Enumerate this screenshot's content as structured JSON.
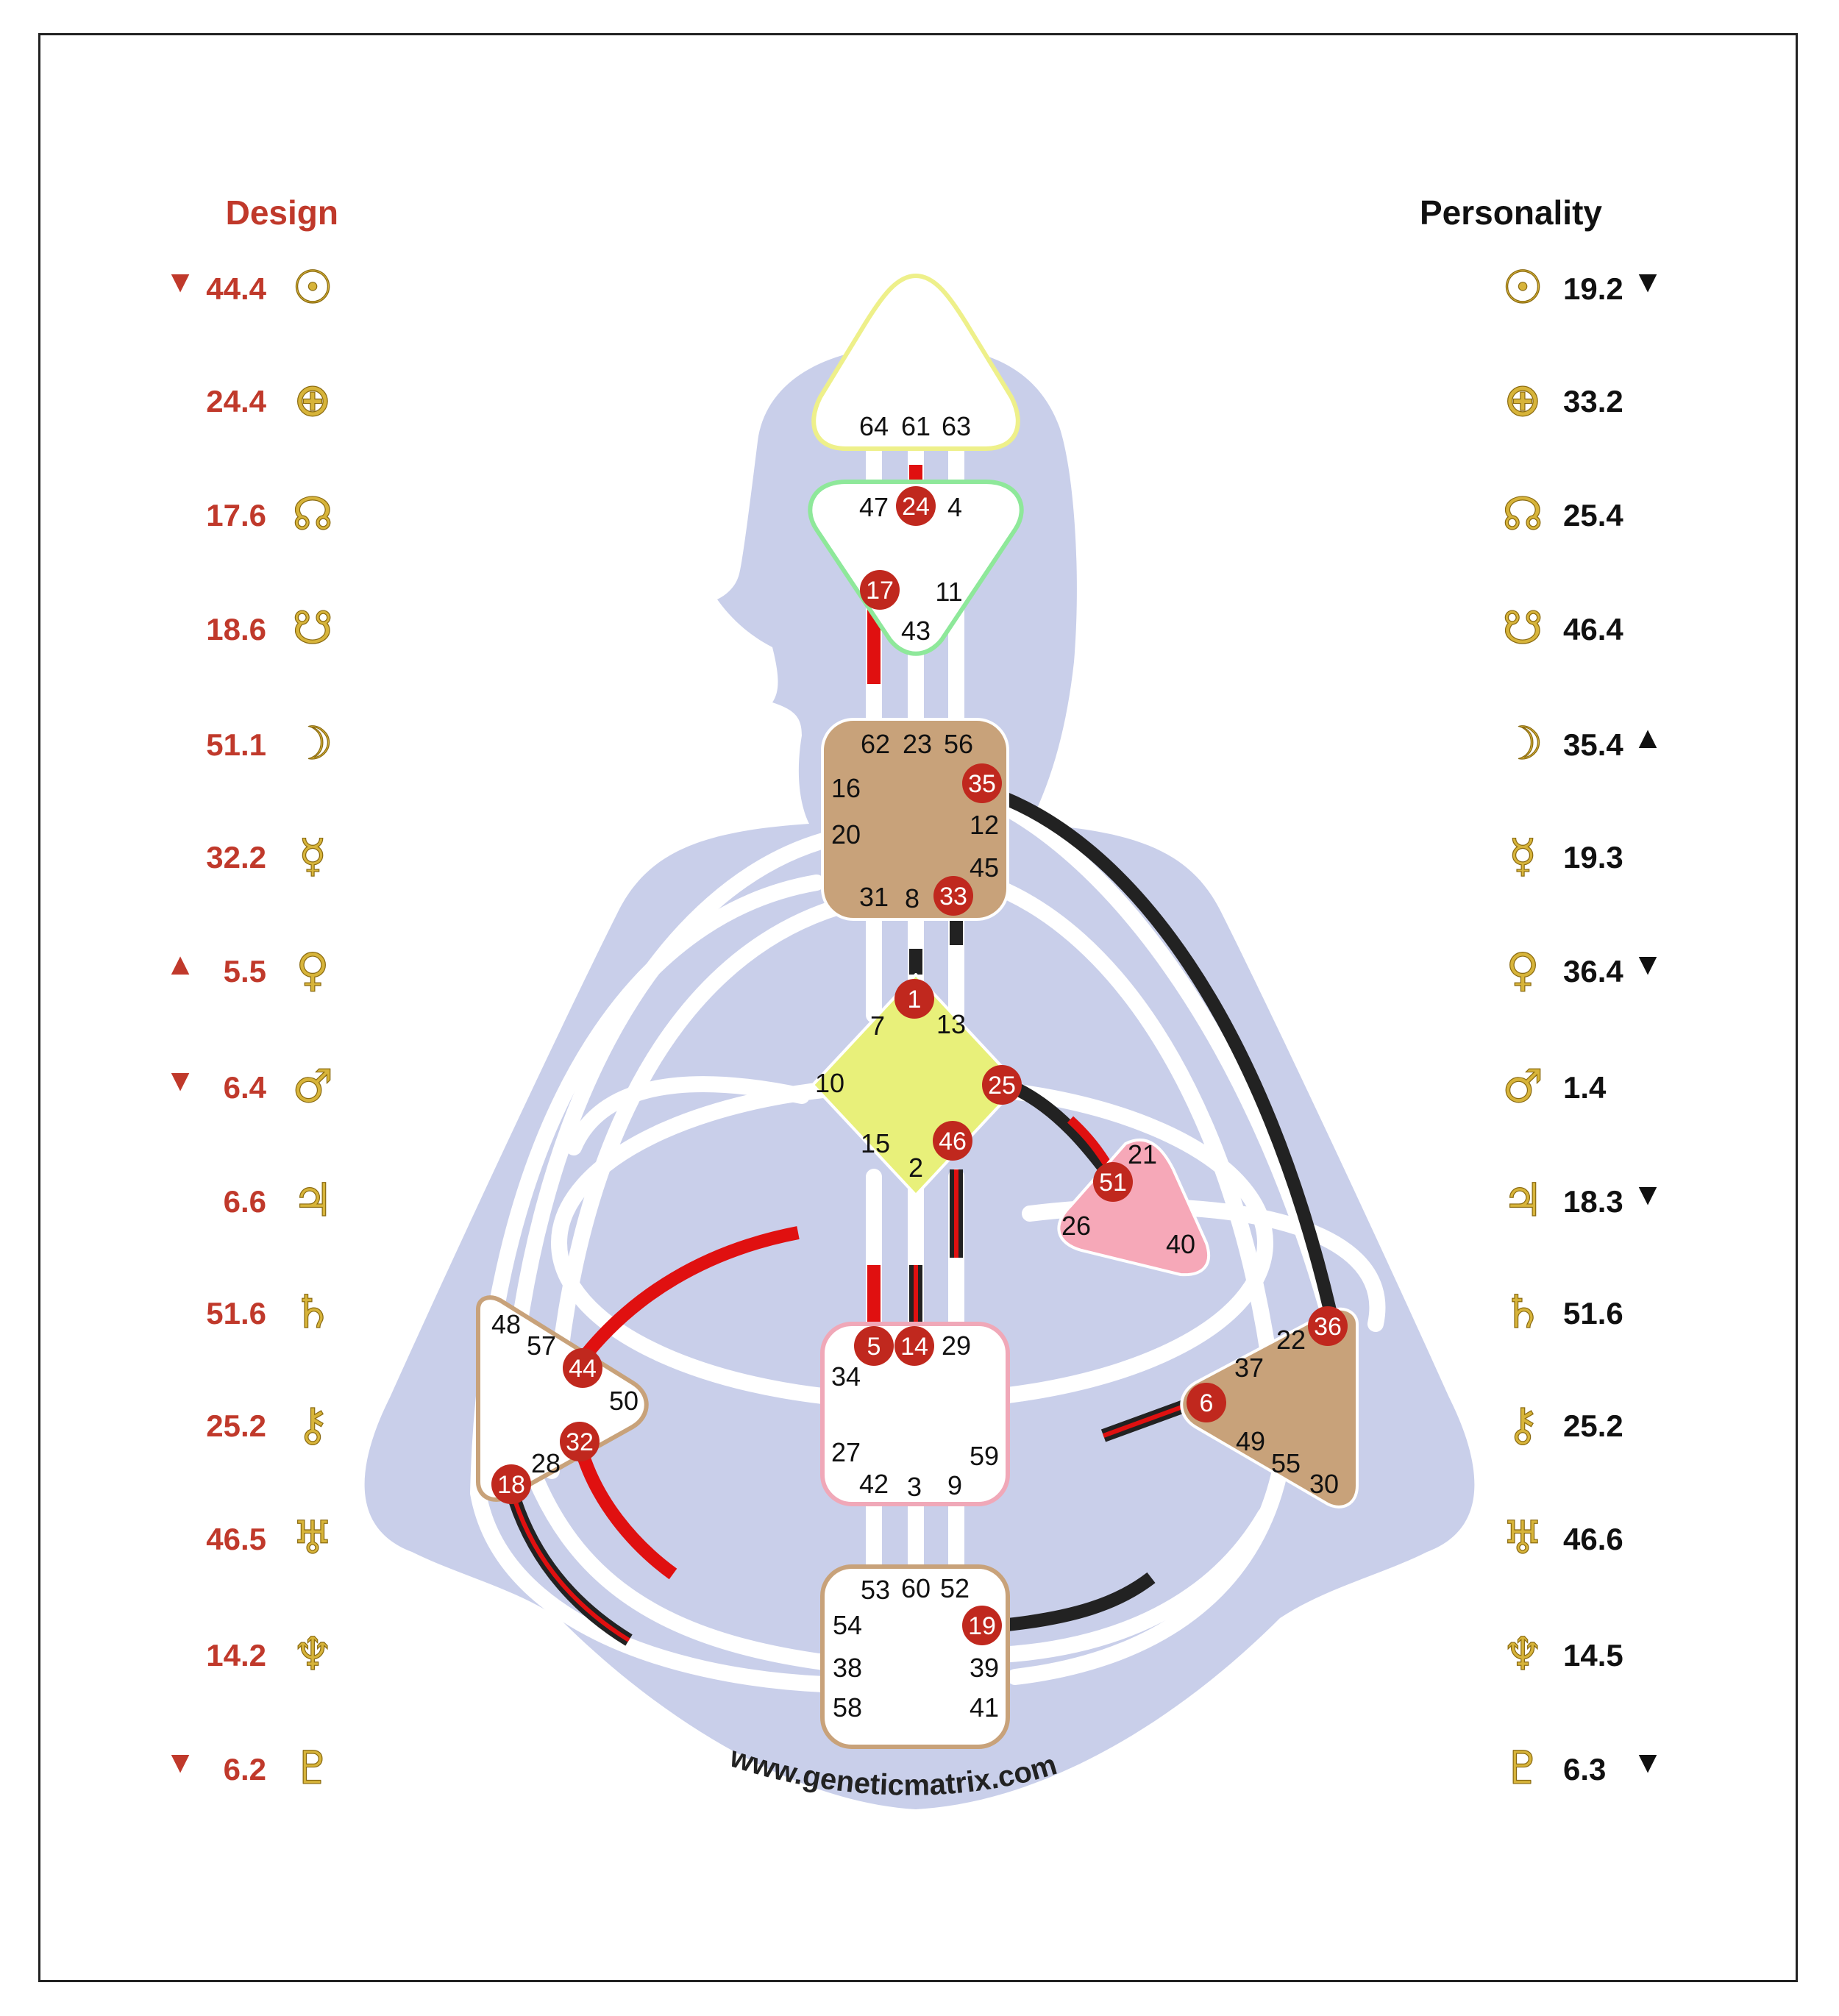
{
  "design": {
    "title": "Design",
    "color": "#c0392b",
    "rows": [
      {
        "icon": "sun-icon",
        "glyph": "☉",
        "value": "44.4",
        "arrow": "▼"
      },
      {
        "icon": "earth-icon",
        "glyph": "⊕",
        "value": "24.4",
        "arrow": ""
      },
      {
        "icon": "north-node-icon",
        "glyph": "☊",
        "value": "17.6",
        "arrow": ""
      },
      {
        "icon": "south-node-icon",
        "glyph": "☋",
        "value": "18.6",
        "arrow": ""
      },
      {
        "icon": "moon-icon",
        "glyph": "☽",
        "value": "51.1",
        "arrow": ""
      },
      {
        "icon": "mercury-icon",
        "glyph": "☿",
        "value": "32.2",
        "arrow": ""
      },
      {
        "icon": "venus-icon",
        "glyph": "♀",
        "value": "5.5",
        "arrow": "▲"
      },
      {
        "icon": "mars-icon",
        "glyph": "♂",
        "value": "6.4",
        "arrow": "▼"
      },
      {
        "icon": "jupiter-icon",
        "glyph": "♃",
        "value": "6.6",
        "arrow": ""
      },
      {
        "icon": "saturn-icon",
        "glyph": "♄",
        "value": "51.6",
        "arrow": ""
      },
      {
        "icon": "chiron-icon",
        "glyph": "⚷",
        "value": "25.2",
        "arrow": ""
      },
      {
        "icon": "uranus-icon",
        "glyph": "♅",
        "value": "46.5",
        "arrow": ""
      },
      {
        "icon": "neptune-icon",
        "glyph": "♆",
        "value": "14.2",
        "arrow": ""
      },
      {
        "icon": "pluto-icon",
        "glyph": "♇",
        "value": "6.2",
        "arrow": "▼"
      }
    ]
  },
  "personality": {
    "title": "Personality",
    "color": "#111111",
    "rows": [
      {
        "icon": "sun-icon",
        "glyph": "☉",
        "value": "19.2",
        "arrow": "▼"
      },
      {
        "icon": "earth-icon",
        "glyph": "⊕",
        "value": "33.2",
        "arrow": ""
      },
      {
        "icon": "north-node-icon",
        "glyph": "☊",
        "value": "25.4",
        "arrow": ""
      },
      {
        "icon": "south-node-icon",
        "glyph": "☋",
        "value": "46.4",
        "arrow": ""
      },
      {
        "icon": "moon-icon",
        "glyph": "☽",
        "value": "35.4",
        "arrow": "▲"
      },
      {
        "icon": "mercury-icon",
        "glyph": "☿",
        "value": "19.3",
        "arrow": ""
      },
      {
        "icon": "venus-icon",
        "glyph": "♀",
        "value": "36.4",
        "arrow": "▼"
      },
      {
        "icon": "mars-icon",
        "glyph": "♂",
        "value": "1.4",
        "arrow": ""
      },
      {
        "icon": "jupiter-icon",
        "glyph": "♃",
        "value": "18.3",
        "arrow": "▼"
      },
      {
        "icon": "saturn-icon",
        "glyph": "♄",
        "value": "51.6",
        "arrow": ""
      },
      {
        "icon": "chiron-icon",
        "glyph": "⚷",
        "value": "25.2",
        "arrow": ""
      },
      {
        "icon": "uranus-icon",
        "glyph": "♅",
        "value": "46.6",
        "arrow": ""
      },
      {
        "icon": "neptune-icon",
        "glyph": "♆",
        "value": "14.5",
        "arrow": ""
      },
      {
        "icon": "pluto-icon",
        "glyph": "♇",
        "value": "6.3",
        "arrow": "▼"
      }
    ]
  },
  "colors": {
    "body": "#c9cfea",
    "head": "#eef08a",
    "ajna": "#8ee89a",
    "throat": "#c8a27a",
    "g": "#e8f07a",
    "heart": "#f6a8b8",
    "spleen": "#c8a27a",
    "solar": "#c8a27a",
    "sacral": "#f0a8b8",
    "root": "#c8a27a",
    "design_line": "#e01010",
    "personality_line": "#222222",
    "active_gate": "#c0281e"
  },
  "centers": {
    "head": {
      "gates": [
        "64",
        "61",
        "63"
      ],
      "active": []
    },
    "ajna": {
      "gates": [
        "47",
        "24",
        "4",
        "17",
        "11",
        "43"
      ],
      "active": [
        "24",
        "17"
      ]
    },
    "throat": {
      "gates": [
        "62",
        "23",
        "56",
        "16",
        "35",
        "20",
        "12",
        "45",
        "31",
        "8",
        "33"
      ],
      "active": [
        "35",
        "33"
      ]
    },
    "g": {
      "gates": [
        "1",
        "7",
        "13",
        "10",
        "25",
        "15",
        "46",
        "2"
      ],
      "active": [
        "1",
        "25",
        "46"
      ]
    },
    "heart": {
      "gates": [
        "21",
        "51",
        "26",
        "40"
      ],
      "active": [
        "51"
      ]
    },
    "spleen": {
      "gates": [
        "48",
        "57",
        "44",
        "50",
        "32",
        "28",
        "18"
      ],
      "active": [
        "44",
        "32",
        "18"
      ]
    },
    "sacral": {
      "gates": [
        "5",
        "14",
        "29",
        "34",
        "27",
        "59",
        "42",
        "3",
        "9"
      ],
      "active": [
        "5",
        "14"
      ]
    },
    "solar": {
      "gates": [
        "36",
        "22",
        "37",
        "6",
        "49",
        "55",
        "30"
      ],
      "active": [
        "36",
        "6"
      ]
    },
    "root": {
      "gates": [
        "53",
        "60",
        "52",
        "54",
        "19",
        "38",
        "39",
        "58",
        "41"
      ],
      "active": [
        "19"
      ]
    }
  },
  "watermark": "www.geneticmatrix.com"
}
